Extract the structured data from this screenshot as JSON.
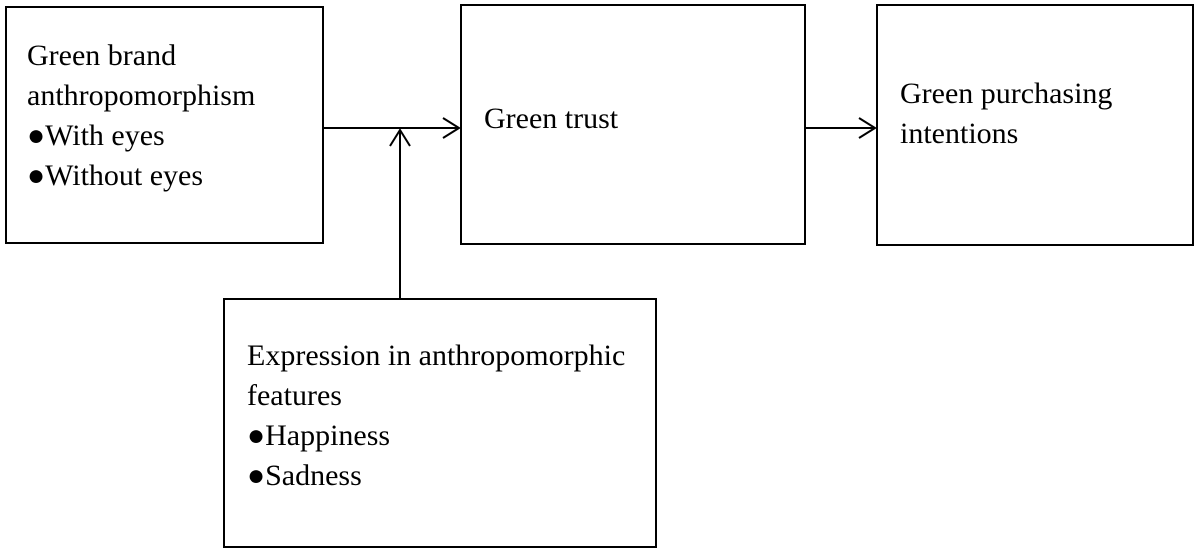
{
  "boxes": {
    "anthropomorphism": {
      "lines": [
        "Green brand",
        "anthropomorphism",
        "●With eyes",
        "●Without eyes"
      ]
    },
    "trust": {
      "lines": [
        "Green trust"
      ]
    },
    "intentions": {
      "lines": [
        "Green purchasing",
        "intentions"
      ]
    },
    "expression": {
      "lines": [
        "Expression in anthropomorphic",
        "features",
        "●Happiness",
        "●Sadness"
      ]
    }
  },
  "colors": {
    "stroke": "#000000",
    "background": "#ffffff"
  }
}
